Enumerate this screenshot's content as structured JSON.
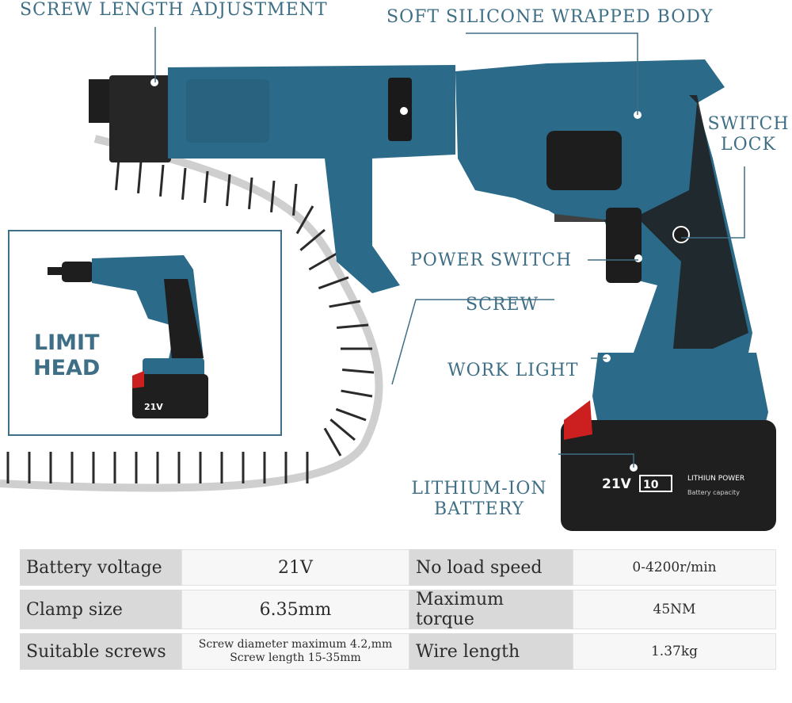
{
  "callouts": {
    "screw_length": "SCREW LENGTH ADJUSTMENT",
    "silicone_body": "SOFT SILICONE WRAPPED BODY",
    "switch_lock_1": "SWITCH",
    "switch_lock_2": "LOCK",
    "power_switch": "POWER SWITCH",
    "screw": "SCREW",
    "work_light": "WORK LIGHT",
    "battery_1": "LITHIUM-ION",
    "battery_2": "BATTERY"
  },
  "inset": {
    "label_1": "LIMIT",
    "label_2": "HEAD",
    "battery_text": "21V"
  },
  "battery_label": {
    "voltage": "21V",
    "capacity": "10",
    "brand": "LITHIUN POWER",
    "sub": "Battery capacity"
  },
  "specs": {
    "rows": [
      {
        "k1": "Battery voltage",
        "v1": "21V",
        "k2": "No load speed",
        "v2": "0-4200r/min"
      },
      {
        "k1": "Clamp size",
        "v1": "6.35mm",
        "k2": "Maximum torque",
        "v2": "45NM"
      },
      {
        "k1": "Suitable screws",
        "v1a": "Screw diameter maximum 4.2,mm",
        "v1b": "Screw length 15-35mm",
        "k2": "Wire length",
        "v2": "1.37kg"
      }
    ]
  },
  "colors": {
    "tool_blue": "#2b6a88",
    "tool_dark": "#1e1e1e",
    "accent_text": "#3f6f86"
  }
}
